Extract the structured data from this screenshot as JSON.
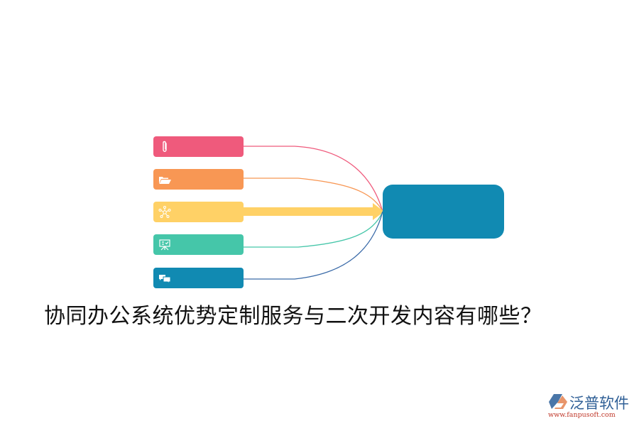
{
  "diagram": {
    "title": "协同办公系统优势定制服务与二次开发内容有哪些？",
    "center_node": {
      "label": "",
      "color": "#118ab2"
    },
    "nodes": [
      {
        "icon": "paperclip-icon",
        "label": "",
        "color": "#ef5a7c",
        "link_color": "#ef5a7c"
      },
      {
        "icon": "folder-open-icon",
        "label": "",
        "color": "#f89754",
        "link_color": "#f89754"
      },
      {
        "icon": "network-icon",
        "label": "",
        "color": "#ffd166",
        "link_color": "#ffd166"
      },
      {
        "icon": "presentation-board-icon",
        "label": "",
        "color": "#45c6a9",
        "link_color": "#45c6a9"
      },
      {
        "icon": "chat-bubbles-icon",
        "label": "",
        "color": "#118ab2",
        "link_color": "#3a6aa8"
      }
    ]
  },
  "watermark": {
    "brand": "泛普软件",
    "url": "www.fanpusoft.com",
    "brand_color": "#2f5f96",
    "url_color": "#c0392b"
  }
}
